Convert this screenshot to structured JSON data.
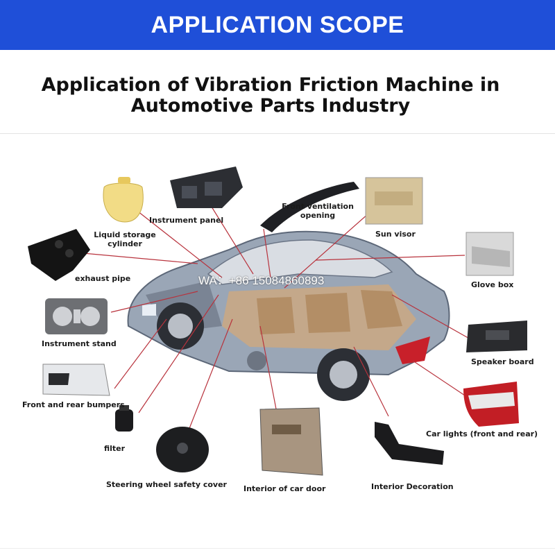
{
  "banner": {
    "title": "APPLICATION SCOPE",
    "color": "#1f4fd8"
  },
  "headline": {
    "line1": "Application of Vibration Friction Machine in",
    "line2": "Automotive Parts Industry"
  },
  "watermark": {
    "text": "WA：+86 15084860893"
  },
  "parts": {
    "liquid_storage": "Liquid storage\ncylinder",
    "instrument_panel": "Instrument panel",
    "front_ventilation": "Front ventilation\nopening",
    "sun_visor": "Sun visor",
    "exhaust_pipe": "exhaust pipe",
    "glove_box": "Glove box",
    "instrument_stand": "Instrument stand",
    "speaker_board": "Speaker board",
    "bumpers": "Front and rear bumpers",
    "filter": "filter",
    "car_lights": "Car lights (front and rear)",
    "steering_cover": "Steering wheel safety cover",
    "car_door": "Interior of car door",
    "interior_decoration": "Interior Decoration"
  },
  "leader_line_color": "#b8323c"
}
